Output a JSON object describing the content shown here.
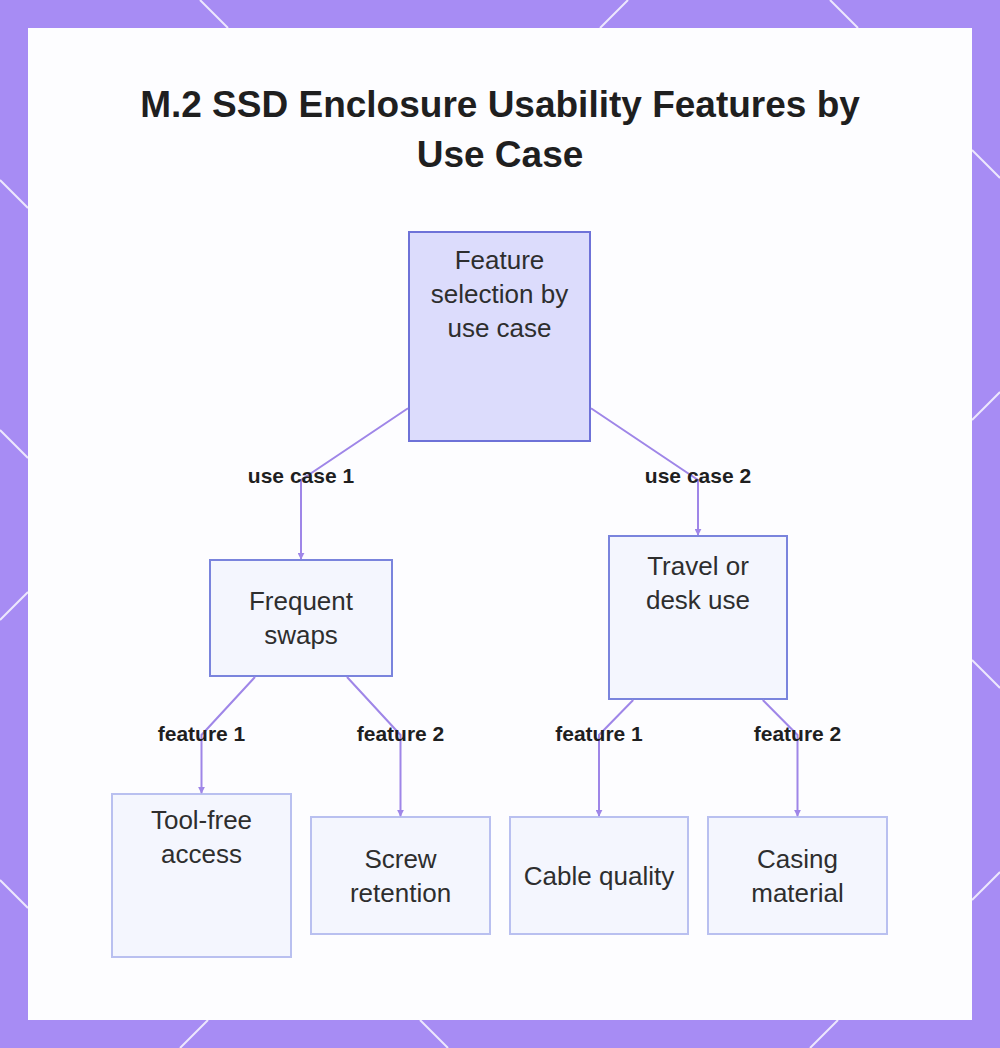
{
  "diagram": {
    "title": "M.2 SSD Enclosure Usability Features by Use Case",
    "nodes": [
      {
        "text": [
          "Feature selection by use case"
        ]
      },
      {
        "text": [
          "Frequent swaps"
        ]
      },
      {
        "text": [
          "Travel or desk use"
        ]
      },
      {
        "text": [
          "Tool-free access"
        ]
      },
      {
        "text": [
          "Screw retention"
        ]
      },
      {
        "text": [
          "Cable quality"
        ]
      },
      {
        "text": [
          "Casing material"
        ]
      }
    ],
    "edges": [
      {
        "from": 0,
        "to": 1,
        "label": "use case 1",
        "arrow": "to"
      },
      {
        "from": 0,
        "to": 2,
        "label": "use case 2",
        "arrow": "to"
      },
      {
        "from": 1,
        "to": 3,
        "label": "feature 1",
        "arrow": "to"
      },
      {
        "from": 1,
        "to": 4,
        "label": "feature 2",
        "arrow": "to"
      },
      {
        "from": 2,
        "to": 5,
        "label": "feature 1",
        "arrow": "to"
      },
      {
        "from": 2,
        "to": 6,
        "label": "feature 2",
        "arrow": "to"
      }
    ]
  }
}
